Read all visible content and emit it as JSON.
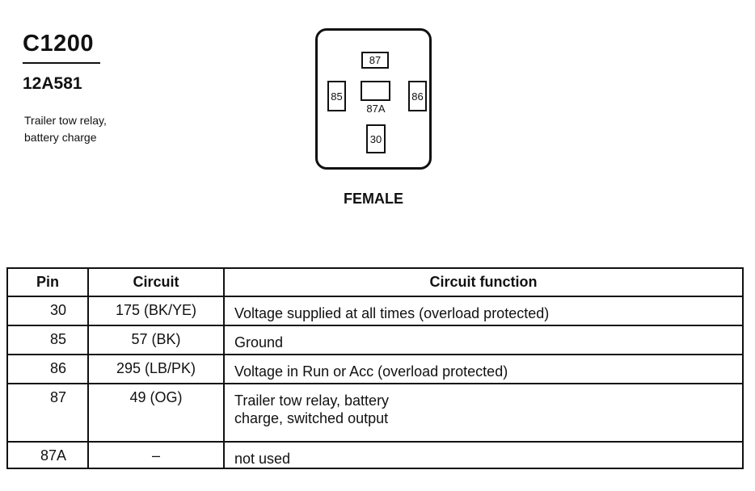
{
  "header": {
    "connector_id": "C1200",
    "part_number": "12A581",
    "description_line1": "Trailer tow relay,",
    "description_line2": "battery charge"
  },
  "diagram": {
    "gender_label": "FEMALE",
    "terminals": {
      "t87": "87",
      "t87a": "87A",
      "t85": "85",
      "t86": "86",
      "t30": "30"
    }
  },
  "table": {
    "headers": {
      "pin": "Pin",
      "circuit": "Circuit",
      "function": "Circuit function"
    },
    "rows": [
      {
        "pin": "30",
        "circuit": "175 (BK/YE)",
        "function": "Voltage supplied at all times (overload protected)"
      },
      {
        "pin": "85",
        "circuit": "57 (BK)",
        "function": "Ground"
      },
      {
        "pin": "86",
        "circuit": "295 (LB/PK)",
        "function": "Voltage in Run or Acc (overload protected)"
      },
      {
        "pin": "87",
        "circuit": "49 (OG)",
        "function": "Trailer tow relay, battery\ncharge, switched output"
      },
      {
        "pin": "87A",
        "circuit": "–",
        "function": "not used"
      }
    ]
  }
}
